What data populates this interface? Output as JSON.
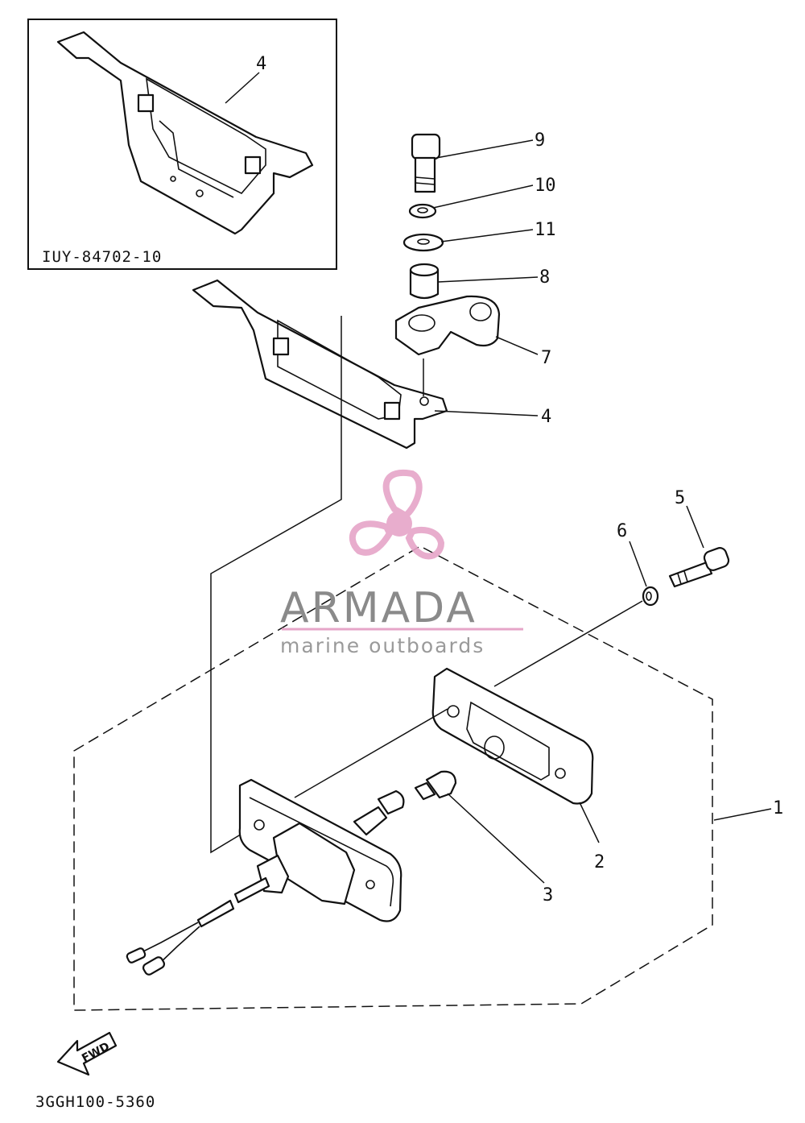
{
  "diagram": {
    "inset_code": "IUY-84702-10",
    "figure_code": "3GGH100-5360",
    "direction_label": "FWD",
    "callouts": {
      "c1": "1",
      "c2": "2",
      "c3": "3",
      "c4a": "4",
      "c4b": "4",
      "c5": "5",
      "c6": "6",
      "c7": "7",
      "c8": "8",
      "c9": "9",
      "c10": "10",
      "c11": "11"
    }
  },
  "watermark": {
    "brand": "ARMADA",
    "tagline": "marine outboards",
    "brand_color": "#8a8a8a",
    "accent_color": "#e6a5c8"
  }
}
